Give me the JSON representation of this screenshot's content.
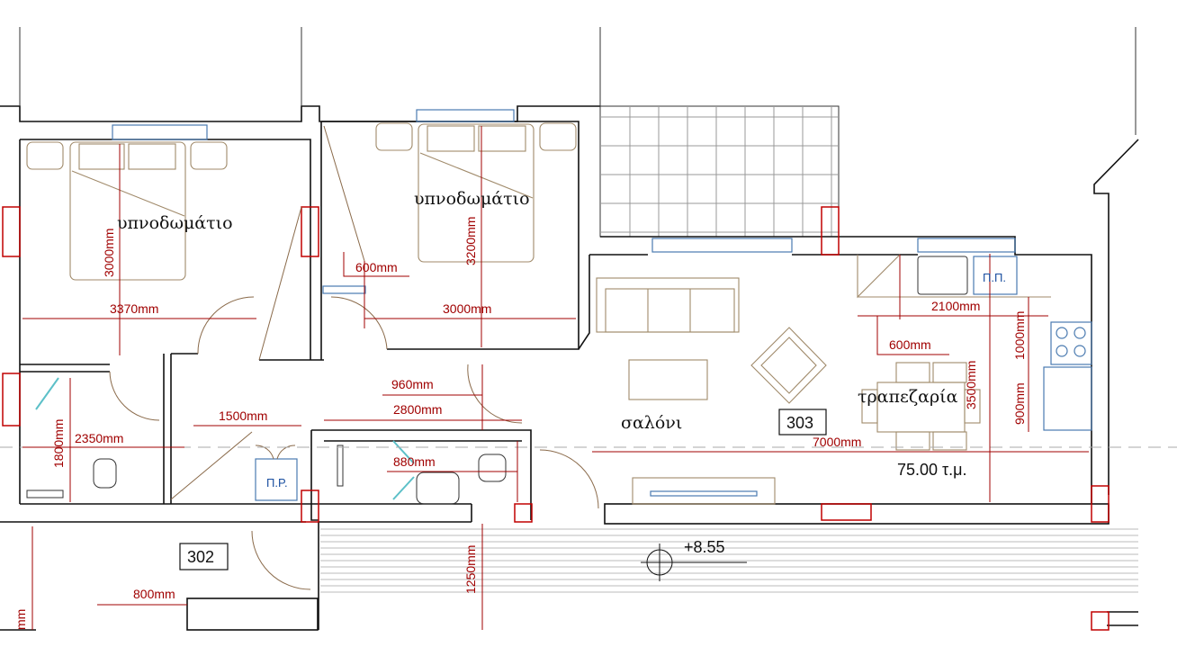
{
  "rooms": {
    "bedroom_1": "υπνοδωμάτιο",
    "bedroom_2": "υπνοδωμάτιο",
    "living": "σαλόνι",
    "dining": "τραπεζαρία"
  },
  "units": {
    "unit_303": "303",
    "unit_302": "302"
  },
  "area": "75.00 τ.μ.",
  "elevation": "+8.55",
  "symbols": {
    "pr": "Π.Ρ.",
    "pp": "Π.Π."
  },
  "dimensions": {
    "bed1_height": "3000mm",
    "bed1_width": "3370mm",
    "closet": "600mm",
    "bed2_height": "3200mm",
    "bed2_width": "3000mm",
    "hall": "960mm",
    "bath_width": "2800mm",
    "corridor": "1500mm",
    "wc_width": "2350mm",
    "wc_height": "1800mm",
    "bath_depth": "880mm",
    "living_width": "7000mm",
    "kitchen_width": "2100mm",
    "kitchen_gap": "600mm",
    "kitchen_1000": "1000mm",
    "kitchen_900": "900mm",
    "living_depth": "3500mm",
    "balcony": "1250mm",
    "lower_800": "800mm",
    "edge_mm": "mm"
  },
  "colors": {
    "dimension": "#a00000",
    "wall": "#111111",
    "furniture": "#a08a6a",
    "fixture": "#4a7ab0"
  }
}
